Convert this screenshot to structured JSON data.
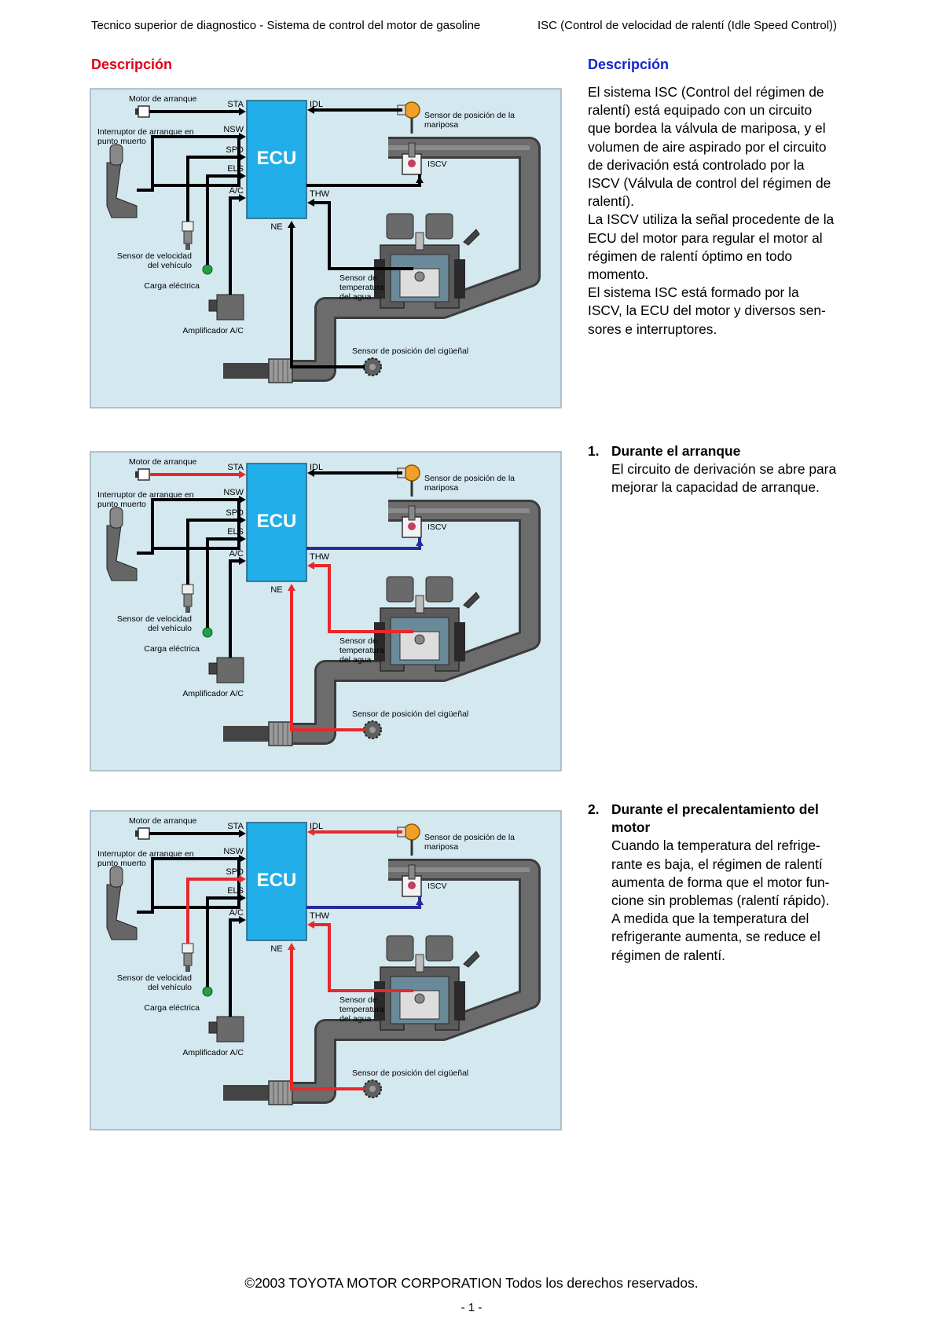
{
  "header": {
    "left": "Tecnico superior de diagnostico - Sistema de control del motor de gasoline",
    "right": "ISC (Control de velocidad de ralentí (Idle Speed Control))"
  },
  "left_title": "Descripción",
  "right_title": "Descripción",
  "description_lines": [
    "El sistema ISC (Control del régimen de",
    "ralentí) está equipado con un circuito",
    "que bordea la válvula de mariposa, y el",
    "volumen de aire aspirado por el circuito",
    "de derivación está controlado por la",
    "ISCV (Válvula de control del régimen de",
    "ralentí).",
    "La ISCV utiliza la señal procedente de la",
    "ECU del motor para regular el motor al",
    "régimen de ralentí óptimo en todo",
    "momento.",
    "El sistema ISC está formado por la",
    "ISCV, la ECU del motor y diversos sen-",
    "sores e interruptores."
  ],
  "items": [
    {
      "number": "1.",
      "title_lines": [
        "Durante el arranque"
      ],
      "text_lines": [
        "El circuito de derivación se abre para",
        "mejorar la capacidad de arranque."
      ]
    },
    {
      "number": "2.",
      "title_lines": [
        "Durante el precalentamiento del",
        "motor"
      ],
      "text_lines": [
        "Cuando la temperatura del refrige-",
        "rante es baja, el régimen de ralentí",
        "aumenta de forma que el motor fun-",
        "cione sin problemas (ralentí rápido).",
        "A medida que la temperatura del",
        "refrigerante aumenta, se reduce el",
        "régimen de ralentí."
      ]
    }
  ],
  "diagram_labels": {
    "ecu": "ECU",
    "starter_motor": "Motor de arranque",
    "neutral_switch": [
      "Interruptor de arranque en",
      "punto muerto"
    ],
    "speed_sensor": [
      "Sensor de velocidad",
      "del vehículo"
    ],
    "electric_load": "Carga eléctrica",
    "ac_amplifier": "Amplificador A/C",
    "throttle_sensor": [
      "Sensor de posición de la",
      "mariposa"
    ],
    "iscv": "ISCV",
    "water_temp_sensor": [
      "Sensor de",
      "temperatura",
      "del agua"
    ],
    "crank_sensor": "Sensor de posición del cigüeñal",
    "pins": {
      "sta": "STA",
      "nsw": "NSW",
      "spd": "SPD",
      "els": "ELS",
      "ac": "A/C",
      "ne": "NE",
      "idl": "IDL",
      "thw": "THW"
    }
  },
  "diagrams": [
    {
      "name": "overview",
      "active_signals": [],
      "iscv_drive": false
    },
    {
      "name": "starting",
      "active_signals": [
        "sta",
        "thw",
        "ne"
      ],
      "iscv_drive": true
    },
    {
      "name": "warm-up",
      "active_signals": [
        "spd",
        "idl",
        "thw",
        "ne"
      ],
      "iscv_drive": true
    }
  ],
  "colors": {
    "red_title": "#e0001a",
    "blue_title": "#1226c8",
    "active_signal": "#e8282a",
    "iscv_signal": "#2a2a9a",
    "ecu_fill": "#22aee8",
    "panel_bg": "#d4e8f0"
  },
  "footer": "©2003 TOYOTA MOTOR CORPORATION Todos los derechos reservados.",
  "page_number": "- 1 -"
}
